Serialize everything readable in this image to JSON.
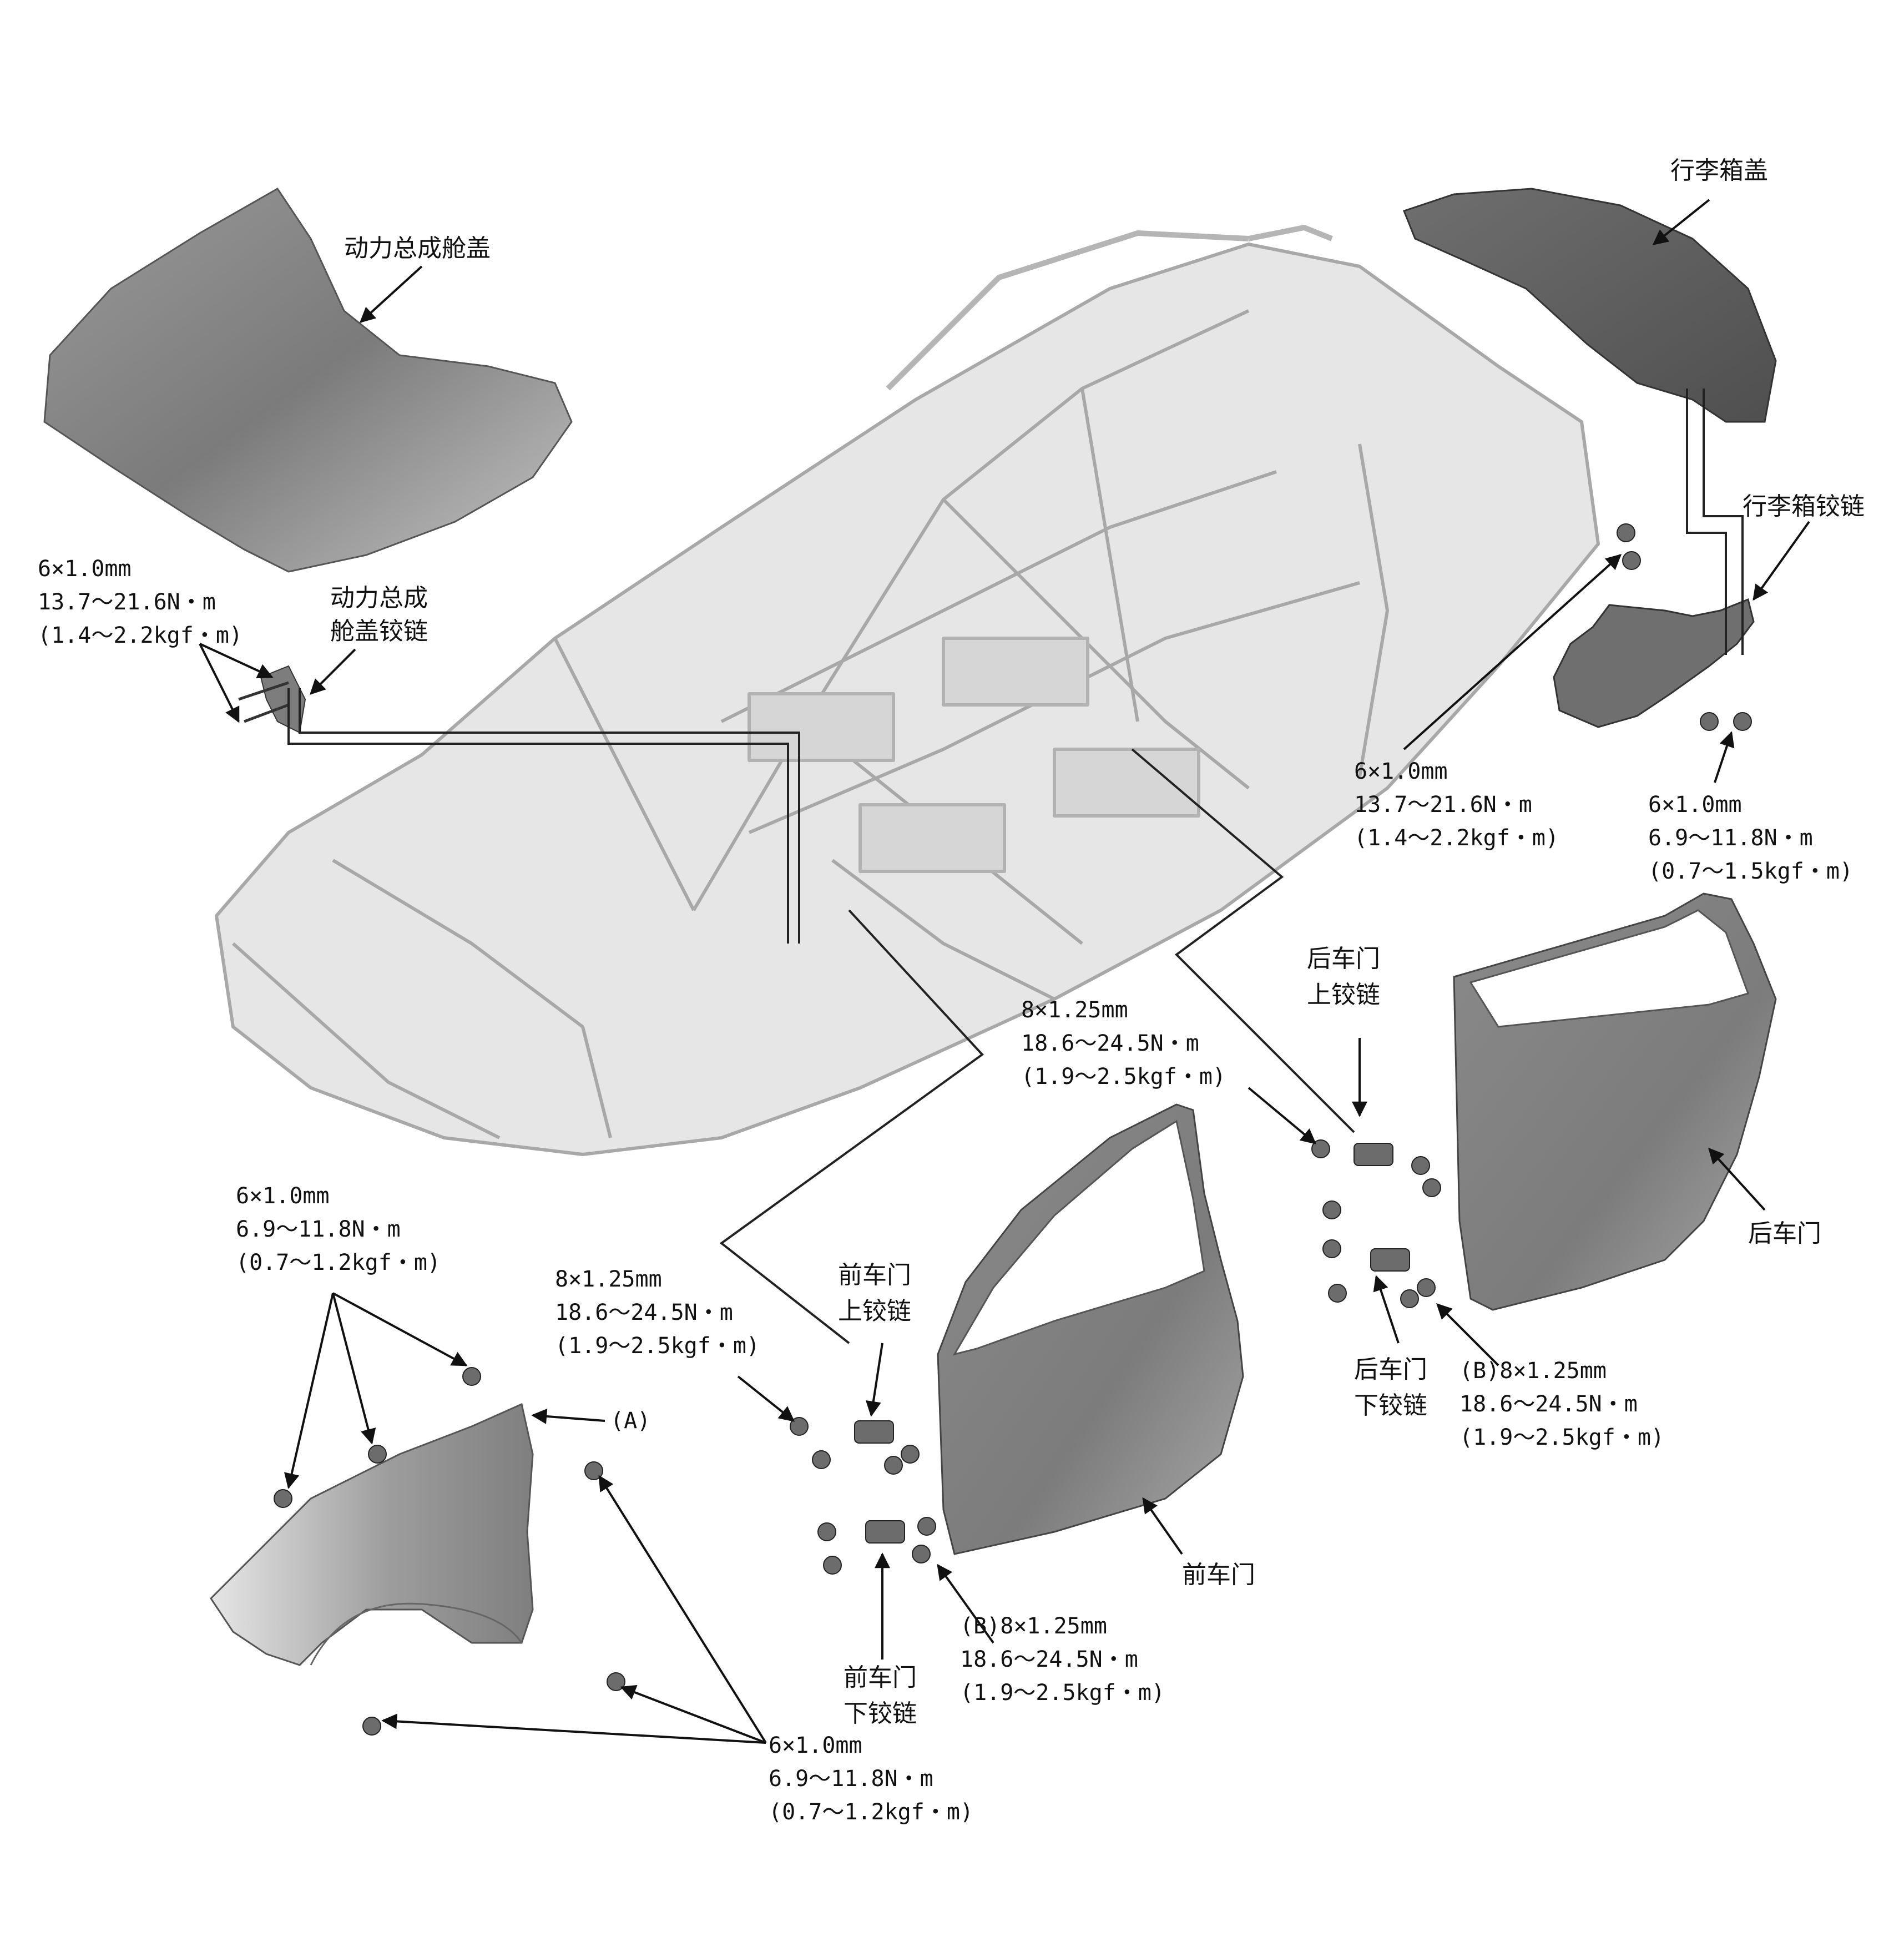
{
  "labels": {
    "hood": "动力总成舱盖",
    "hood_hinge_1": "动力总成",
    "hood_hinge_2": "舱盖铰链",
    "trunk_lid": "行李箱盖",
    "trunk_hinge": "行李箱铰链",
    "rear_door": "后车门",
    "rear_upper_hinge_1": "后车门",
    "rear_upper_hinge_2": "上铰链",
    "rear_lower_hinge_1": "后车门",
    "rear_lower_hinge_2": "下铰链",
    "front_door": "前车门",
    "front_upper_hinge_1": "前车门",
    "front_upper_hinge_2": "上铰链",
    "front_lower_hinge_1": "前车门",
    "front_lower_hinge_2": "下铰链",
    "fender_ref_a": "(A)"
  },
  "specs": {
    "hood_hinge_bolt": [
      "6×1.0mm",
      "13.7～21.6N・m",
      "(1.4～2.2kgf・m)"
    ],
    "trunk_hinge_body_bolt": [
      "6×1.0mm",
      "13.7～21.6N・m",
      "(1.4～2.2kgf・m)"
    ],
    "trunk_hinge_lid_bolt": [
      "6×1.0mm",
      "6.9～11.8N・m",
      "(0.7～1.5kgf・m)"
    ],
    "rear_door_body_bolt": [
      "8×1.25mm",
      "18.6～24.5N・m",
      "(1.9～2.5kgf・m)"
    ],
    "rear_door_b_bolt": [
      "(B)8×1.25mm",
      "18.6～24.5N・m",
      "(1.9～2.5kgf・m)"
    ],
    "fender_upper_bolt": [
      "6×1.0mm",
      "6.9～11.8N・m",
      "(0.7～1.2kgf・m)"
    ],
    "front_door_body_bolt": [
      "8×1.25mm",
      "18.6～24.5N・m",
      "(1.9～2.5kgf・m)"
    ],
    "front_door_b_bolt": [
      "(B)8×1.25mm",
      "18.6～24.5N・m",
      "(1.9～2.5kgf・m)"
    ],
    "fender_lower_bolt": [
      "6×1.0mm",
      "6.9～11.8N・m",
      "(0.7～1.2kgf・m)"
    ]
  }
}
